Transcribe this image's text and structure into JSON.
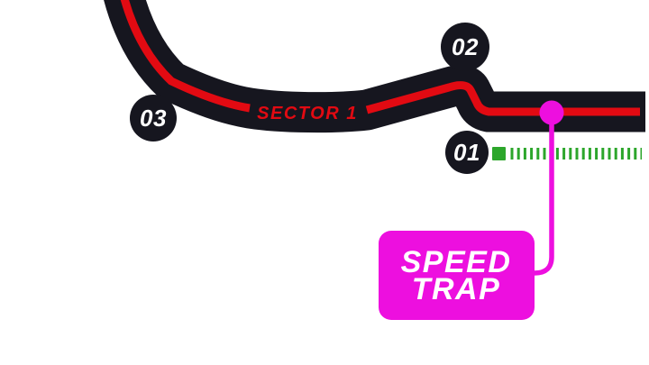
{
  "map": {
    "sector_label": "SECTOR 1",
    "turns": [
      {
        "label": "03"
      },
      {
        "label": "02"
      },
      {
        "label": "01"
      }
    ],
    "speed_trap": {
      "line1": "SPEED",
      "line2": "TRAP"
    },
    "markers": {
      "style": "green dashed strip with solid start block"
    }
  },
  "colors": {
    "background": "#FFFFFF",
    "track": "#16161F",
    "racing_line": "#E20A12",
    "sector_text": "#E20A12",
    "marker_green": "#2CA62B",
    "magenta": "#ED0FDF",
    "badge_text": "#FFFFFF",
    "speed_trap_text": "#FFFFFF"
  }
}
